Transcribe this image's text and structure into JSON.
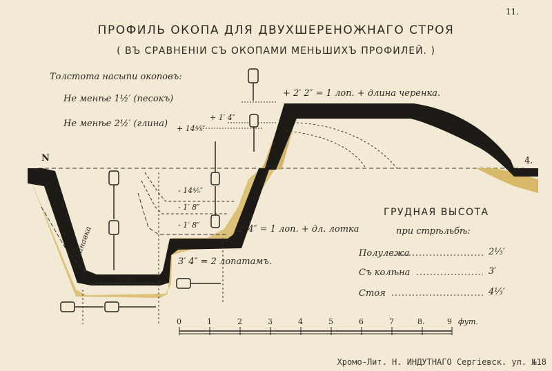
{
  "page_number": "11.",
  "title": "ПРОФИЛЬ ОКОПА ДЛЯ ДВУХШЕРЕНОЖНАГО СТРОЯ",
  "subtitle": "( ВЪ СРАВНЕНІИ СЪ ОКОПАМИ МЕНЬШИХЪ ПРОФИЛЕЙ. )",
  "thickness": {
    "heading": "Толстота насыпи окоповъ:",
    "sand": "Не менѣе 1½′ (песокъ)",
    "clay": "Не менѣе 2½′ (глина)"
  },
  "points": {
    "left": "N",
    "right": "4."
  },
  "annotations": {
    "top": "+ 2′ 2″ = 1 лоп. + длина черенка.",
    "p14_4a": "+ 14⁴⁄₅″",
    "p1_4": "+ 1′ 4″",
    "m14_4": "- 14⁴⁄₅″",
    "m1_8a": "- 1′ 8″",
    "m1_8b": "- 1′ 8″",
    "step1": "2′ 4″ = 1 лоп. + дл. лотка",
    "step2": "3′ 4″ = 2 лопатамъ.",
    "bottom": "2′ 6″",
    "ditch": "Канавка"
  },
  "chest_height": {
    "heading": "ГРУДНАЯ ВЫСОТА",
    "subheading": "при стрѣльбѣ:",
    "rows": [
      {
        "label": "Полулежа",
        "value": "2⅓′"
      },
      {
        "label": "Съ колѣна",
        "value": "3′"
      },
      {
        "label": "Стоя",
        "value": "4⅓′"
      }
    ]
  },
  "scale": {
    "ticks": [
      "0",
      "1",
      "2",
      "3",
      "4",
      "5",
      "6",
      "7",
      "8.",
      "9"
    ],
    "unit": "фут."
  },
  "footer": "Хромо-Лит. Н. ИНДУТНАГО Сергіевск. ул. №18",
  "colors": {
    "paper": "#f3ead6",
    "earth": "#1e1a16",
    "sand": "#d8b869",
    "ink": "#2a2520"
  }
}
